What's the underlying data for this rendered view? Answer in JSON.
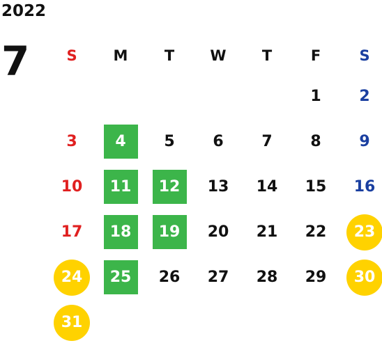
{
  "year": "2022",
  "month": "7",
  "weekdays": [
    "S",
    "M",
    "T",
    "W",
    "T",
    "F",
    "S"
  ],
  "weekday_colors": [
    "red",
    "black",
    "black",
    "black",
    "black",
    "black",
    "blue"
  ],
  "colors": {
    "sunday": "#e02020",
    "saturday": "#1a3fa0",
    "highlight_green": "#3cb54a",
    "highlight_yellow": "#ffd200"
  },
  "weeks": [
    [
      null,
      null,
      null,
      null,
      null,
      "1",
      "2"
    ],
    [
      "3",
      "4",
      "5",
      "6",
      "7",
      "8",
      "9"
    ],
    [
      "10",
      "11",
      "12",
      "13",
      "14",
      "15",
      "16"
    ],
    [
      "17",
      "18",
      "19",
      "20",
      "21",
      "22",
      "23"
    ],
    [
      "24",
      "25",
      "26",
      "27",
      "28",
      "29",
      "30"
    ],
    [
      "31",
      null,
      null,
      null,
      null,
      null,
      null
    ]
  ],
  "highlights": {
    "green": [
      "4",
      "11",
      "12",
      "18",
      "19",
      "25"
    ],
    "yellow": [
      "23",
      "24",
      "30",
      "31"
    ]
  }
}
